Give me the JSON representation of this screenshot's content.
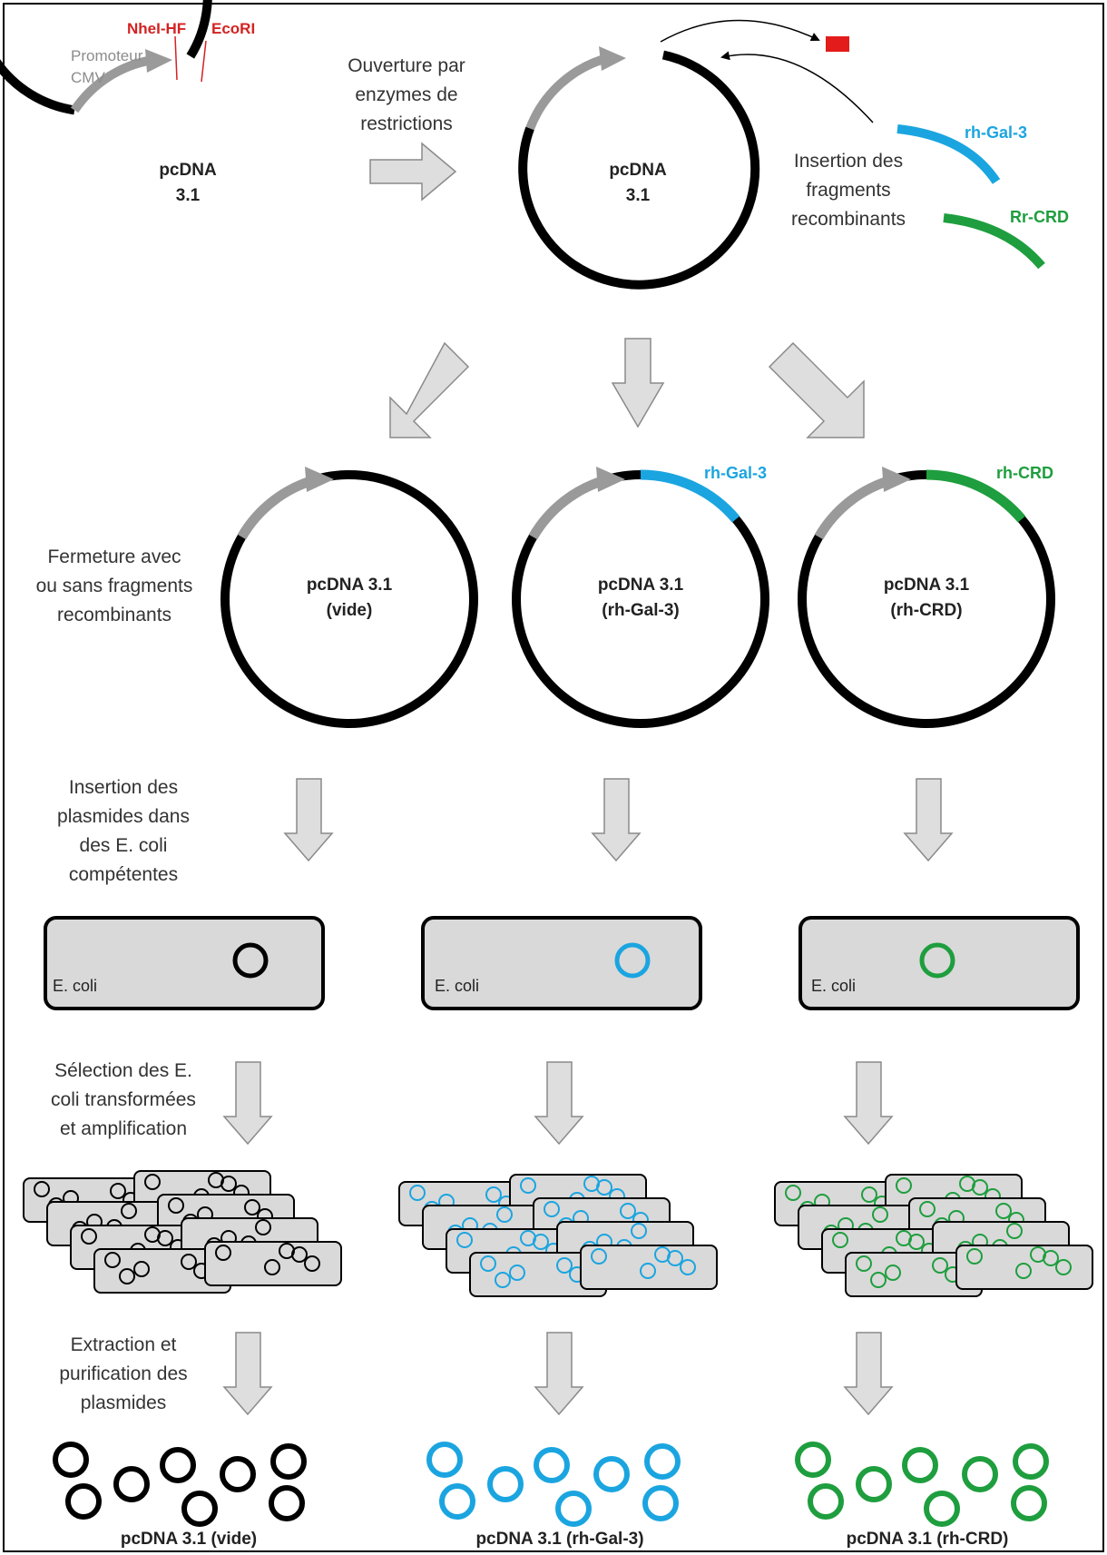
{
  "colors": {
    "black": "#000000",
    "blue": "#1ba5e0",
    "green": "#1e9e3e",
    "red": "#e31b1b",
    "promoter_gray": "#9a9a9a",
    "arrow_fill": "#dedede",
    "arrow_stroke": "#8a8a8a",
    "cell_fill": "#d9d9d9"
  },
  "top": {
    "promoter_label": [
      "Promoteur",
      "CMV"
    ],
    "site1": "NheI-HF",
    "site2": "EcoRI",
    "plasmid_label": [
      "pcDNA",
      "3.1"
    ],
    "opening_label": [
      "Ouverture par",
      "enzymes de",
      "restrictions"
    ],
    "insertion_label": [
      "Insertion des",
      "fragments",
      "recombinants"
    ],
    "fragment_blue": "rh-Gal-3",
    "fragment_green": "Rr-CRD"
  },
  "closed": {
    "step_label": [
      "Fermeture avec",
      "ou sans fragments",
      "recombinants"
    ],
    "vide": [
      "pcDNA 3.1",
      "(vide)"
    ],
    "gal": [
      "pcDNA 3.1",
      "(rh-Gal-3)"
    ],
    "crd": [
      "pcDNA 3.1",
      "(rh-CRD)"
    ],
    "insert_gal": "rh-Gal-3",
    "insert_crd": "rh-CRD"
  },
  "ecoli": {
    "step_label": [
      "Insertion des",
      "plasmides dans",
      "des E. coli",
      "compétentes"
    ],
    "cell_label": "E. coli"
  },
  "selection": {
    "step_label": [
      "Sélection des E.",
      "coli transformées",
      "et amplification"
    ]
  },
  "extraction": {
    "step_label": [
      "Extraction et",
      "purification des",
      "plasmides"
    ],
    "final_vide": "pcDNA 3.1 (vide)",
    "final_gal": "pcDNA 3.1 (rh-Gal-3)",
    "final_crd": "pcDNA 3.1 (rh-CRD)"
  }
}
